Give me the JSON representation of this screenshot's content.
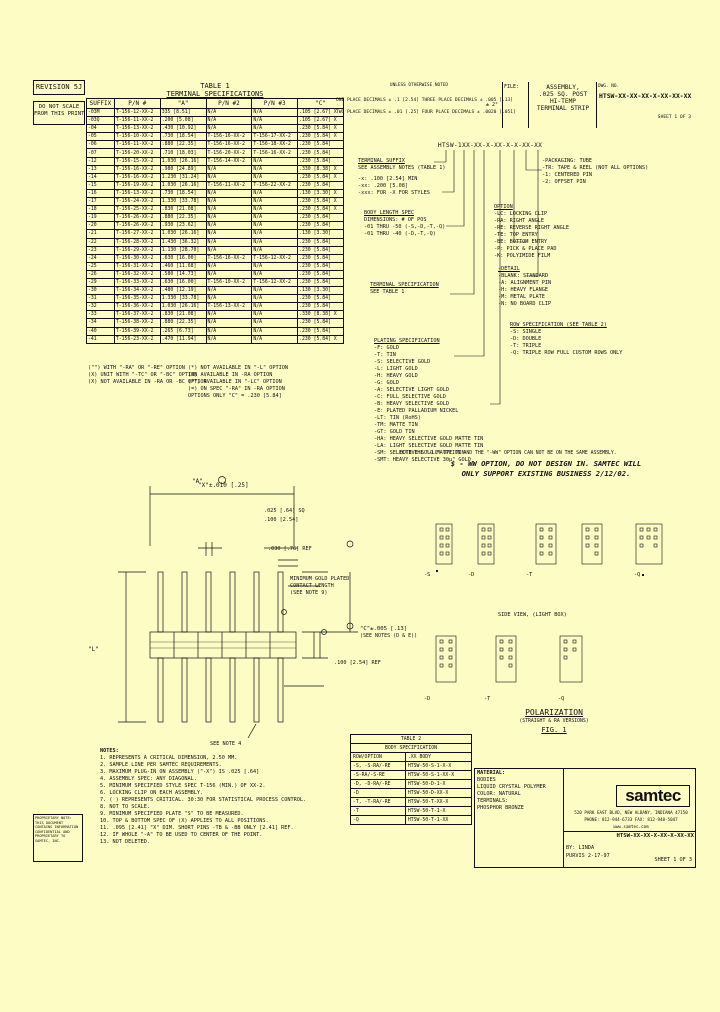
{
  "revision_label": "REVISION 5J",
  "do_not_scale": [
    "DO NOT SCALE",
    "FROM THIS PRINT"
  ],
  "table1": {
    "title": "TABLE 1",
    "subtitle": "TERMINAL SPECIFICATIONS",
    "headers": [
      "SUFFIX",
      "P/N #",
      "\"A\"",
      "P/N #2",
      "P/N #3",
      "\"C\""
    ],
    "rows": [
      [
        "-03M",
        "T-156-12-XX-2",
        "335 [8.51]",
        "N/A",
        "N/A",
        ".105 [2.67] X"
      ],
      [
        "-03Q",
        "T-156-11-XX-2",
        ".200 [5.08]",
        "N/A",
        "N/A",
        ".105 [2.67] X"
      ],
      [
        "-04",
        "T-156-13-XX-2",
        ".430 [10.92]",
        "N/A",
        "N/A",
        ".230 [5.84] X"
      ],
      [
        "-05",
        "T-156-10-XX-2",
        ".730 [18.54]",
        "T-156-16-XX-2",
        "T-156-17-XX-2",
        ".230 [5.84] X"
      ],
      [
        "-06",
        "T-156-11-XX-2",
        ".880 [22.35]",
        "T-156-16-XX-2",
        "T-156-18-XX-2",
        ".230 [5.84]"
      ],
      [
        "-07",
        "T-156-20-XX-2",
        ".710 [18.03]",
        "T-156-20-XX-2",
        "T-156-16-XX-2",
        ".230 [5.84]"
      ],
      [
        "-12",
        "T-156-15-XX-2",
        "1.030 [26.16]",
        "T-156-14-XX-2",
        "N/A",
        ".230 [5.84]"
      ],
      [
        "-13",
        "T-156-16-XX-2",
        ".980 [24.89]",
        "N/A",
        "N/A",
        ".330 [8.38] X"
      ],
      [
        "-14",
        "T-156-16-XX-2",
        "1.230 [31.24]",
        "N/A",
        "N/A",
        ".230 [5.84] X"
      ],
      [
        "-15",
        "T-156-19-XX-2",
        "1.030 [26.16]",
        "T-156-11-XX-2",
        "T-156-22-XX-2",
        ".230 [5.84]"
      ],
      [
        "-16",
        "T-156-13-XX-2",
        ".730 [18.54]",
        "N/A",
        "N/A",
        ".130 [3.30] X"
      ],
      [
        "-17",
        "T-156-24-XX-2",
        "1.330 [33.78]",
        "N/A",
        "N/A",
        ".230 [5.84] X"
      ],
      [
        "-18",
        "T-156-25-XX-2",
        ".830 [21.08]",
        "N/A",
        "N/A",
        ".230 [5.84] X"
      ],
      [
        "-19",
        "T-156-26-XX-2",
        ".880 [22.35]",
        "N/A",
        "N/A",
        ".230 [5.84]"
      ],
      [
        "-20",
        "T-156-26-XX-2",
        ".930 [23.62]",
        "N/A",
        "N/A",
        ".230 [5.84]"
      ],
      [
        "-21",
        "T-156-27-XX-2",
        "1.030 [26.16]",
        "N/A",
        "N/A",
        ".130 [3.30]"
      ],
      [
        "-22",
        "T-156-28-XX-2",
        "1.430 [36.32]",
        "N/A",
        "N/A",
        ".230 [5.84]"
      ],
      [
        "-23",
        "T-156-29-XX-2",
        "1.130 [28.70]",
        "N/A",
        "N/A",
        ".230 [5.84]"
      ],
      [
        "-24",
        "T-156-30-XX-2",
        ".630 [16.00]",
        "T-156-16-XX-2",
        "T-156-12-XX-2",
        ".230 [5.84]"
      ],
      [
        "-25",
        "T-156-31-XX-2",
        ".460 [11.68]",
        "N/A",
        "N/A",
        ".230 [5.84]"
      ],
      [
        "-26",
        "T-156-32-XX-2",
        ".580 [14.73]",
        "N/A",
        "N/A",
        ".230 [5.84]"
      ],
      [
        "-29",
        "T-156-33-XX-2",
        ".630 [16.00]",
        "T-156-10-XX-2",
        "T-156-12-XX-2",
        ".230 [5.84]"
      ],
      [
        "-30",
        "T-156-34-XX-2",
        ".480 [12.19]",
        "N/A",
        "N/A",
        ".130 [3.30]"
      ],
      [
        "-31",
        "T-156-35-XX-2",
        "1.330 [33.78]",
        "N/A",
        "N/A",
        ".230 [5.84]"
      ],
      [
        "-32",
        "T-156-36-XX-2",
        "1.030 [26.16]",
        "T-156-13-XX-2",
        "N/A",
        ".230 [5.84]"
      ],
      [
        "-33",
        "T-156-37-XX-2",
        ".830 [21.08]",
        "N/A",
        "N/A",
        ".330 [8.38] X"
      ],
      [
        "-34",
        "T-156-38-XX-2",
        ".880 [22.35]",
        "N/A",
        "N/A",
        ".230 [5.84]"
      ],
      [
        "-40",
        "T-156-39-XX-2",
        ".265 [6.73]",
        "N/A",
        "N/A",
        ".230 [5.84]"
      ],
      [
        "-41",
        "T-156-23-XX-2",
        ".470 [11.94]",
        "N/A",
        "N/A",
        ".230 [5.84] X"
      ]
    ]
  },
  "table1_notes": [
    "(\"\") WITH \"-RA\" OR \"-RE\" OPTION",
    "(X) UNIT WITH \"-TC\" OR \"-BC\" OPTION",
    "(X) NOT AVAILABLE IN -RA OR -BC OPTION"
  ],
  "table1_notes_right": [
    "(*) NOT AVAILABLE IN \"-L\" OPTION",
    "(X) AVAILABLE IN -RA OPTION",
    "(**) AVAILABLE IN \"-LC\" OPTION",
    "(=) ON SPEC \"-RA\" IN -RA OPTION",
    "OPTIONS ONLY \"C\" = .230 [5.84]"
  ],
  "title_block": {
    "tol_header": "UNLESS OTHERWISE NOTED",
    "tol_lines": [
      "ONE PLACE DECIMALS ± .1 [2.54]   THREE PLACE DECIMALS ± .005 [.13]",
      "TWO PLACE DECIMALS ± .01 [.25]   FOUR PLACE DECIMALS ± .0020 [.051]"
    ],
    "angle": "± 2°",
    "file_label": "FILE:",
    "title_lines": [
      "ASSEMBLY,",
      ".025 SQ. POST",
      "HI-TEMP",
      "TERMINAL STRIP"
    ],
    "dwg_label": "DWG. NO.",
    "dwg_no": "HTSW-XX-XX-XX-X-XX-XX-XX",
    "sheet": "SHEET 1 OF 3"
  },
  "part_number": "HTSW-1XX-XX-X-XX-X-X-XX-XX",
  "callouts": [
    {
      "title": "TERMINAL SUFFIX",
      "lines": [
        "SEE ASSEMBLY NOTES (TABLE 1)"
      ]
    },
    {
      "title": "STYLE",
      "lines": [
        "-x: .100 [2.54] MIN",
        "-xx: .200 [5.08]",
        "-xxx: FOR -X FOR STYLES"
      ]
    },
    {
      "title": "BODY LENGTH SPEC",
      "lines": [
        "DIMENSIONS: # OF POS",
        "-01 THRU -50 (-S,-D,-T,-Q)",
        "-01 THRU -40 (-D,-T,-Q)"
      ]
    },
    {
      "title": "TERMINAL SPECIFICATION",
      "lines": [
        "SEE TABLE 1"
      ]
    },
    {
      "title": "PLATING SPECIFICATION",
      "lines": [
        "-F: GOLD",
        "-T: TIN",
        "-S: SELECTIVE GOLD",
        "-L: LIGHT GOLD",
        "-H: HEAVY GOLD",
        "-G: GOLD",
        "-A: SELECTIVE LIGHT GOLD",
        "-C: FULL SELECTIVE GOLD",
        "-B: HEAVY SELECTIVE GOLD",
        "-E: PLATED PALLADIUM NICKEL",
        "-LT: TIN (RoHS)",
        "-TM: MATTE TIN",
        "-GT: GOLD TIN",
        "-HA: HEAVY SELECTIVE GOLD MATTE TIN",
        "-LA: LIGHT SELECTIVE GOLD MATTE TIN",
        "-SM: SELECTIVE GOLD MATTE TIN",
        "-SMT: HEAVY SELECTIVE 30µ\" GOLD"
      ]
    },
    {
      "title": "ROW SPECIFICATION (SEE TABLE 2)",
      "lines": [
        "-S: SINGLE",
        "-D: DOUBLE",
        "-T: TRIPLE",
        "-Q: TRIPLE ROW FULL CUSTOM ROWS ONLY"
      ]
    },
    {
      "title": "OPTION",
      "lines": [
        "-LC: LOCKING CLIP",
        "-RA: RIGHT ANGLE",
        "-RE: REVERSE RIGHT ANGLE",
        "-TE: TOP ENTRY",
        "-BE: BOTTOM ENTRY",
        "-P: PICK & PLACE PAD",
        "-K: POLYIMIDE FILM"
      ]
    },
    {
      "title": "-DETAIL",
      "lines": [
        "-BLANK: STANDARD",
        "-A: ALIGNMENT PIN",
        "-H: HEAVY FLANGE",
        "-M: METAL PLATE",
        "-N: NO BOARD CLIP"
      ]
    }
  ],
  "callouts_right": [
    "-PACKAGING: TUBE",
    "-TR: TAPE & REEL (NOT ALL OPTIONS)",
    "-1: CENTERED PIN",
    "-2: OFFSET PIN"
  ],
  "notice": {
    "lead": "BOTH THE \"-LC\" OPTION AND THE \"-WW\" OPTION CAN NOT BE ON THE SAME ASSEMBLY.",
    "lines": [
      "$ - WW OPTION, DO NOT DESIGN IN. SAMTEC WILL",
      "ONLY SUPPORT EXISTING BUSINESS 2/12/02."
    ]
  },
  "drawing": {
    "dim_a": "\"A\"",
    "dim_l": "\"L\"",
    "dim_c": "\"C\"±.005 [.13]",
    "dim_c2": "(SEE NOTES (D & E))",
    "dim_025": ".025 [.64] SQ",
    "dim_100": ".100 [2.54]",
    "dim_030": ".030 [.76] REF",
    "dim_100ref": ".100 [2.54] REF",
    "dim_x": "\"X\"±.010 [.25]",
    "min_gold_label": [
      "MINIMUM GOLD PLATED",
      "CONTACT LENGTH",
      "(SEE NOTE 9)"
    ],
    "see_note": "SEE NOTE 4"
  },
  "views": {
    "labels_top": [
      "-S",
      "-D",
      "-T",
      "-Q"
    ],
    "caption": "SIDE VIEW, (LIGHT BOX)",
    "labels_bottom": [
      "-D",
      "-T",
      "-Q"
    ]
  },
  "polarization": {
    "title": "POLARIZATION",
    "subtitle": "(STRAIGHT & RA VERSIONS)",
    "fig": "FIG. 1"
  },
  "notes": {
    "header": "NOTES:",
    "items": [
      "1. REPRESENTS A CRITICAL DIMENSION, 2.50 MM.",
      "2. SAMPLE LINE PER SAMTEC REQUIREMENTS.",
      "3. MAXIMUM PLUG-IN ON ASSEMBLY (\"-X\") IS .025 [.64]",
      "4. ASSEMBLY SPEC: ANY DIAGONAL.",
      "5. MINIMUM SPECIFIED STYLE SPEC T-156 (MIN.) OF XX-2.",
      "6. LOCKING CLIP ON EACH ASSEMBLY.",
      "7. ( ) REPRESENTS CRITICAL. 30:30 FOR STATISTICAL PROCESS CONTROL.",
      "8. NOT TO SCALE.",
      "9. MINIMUM SPECIFIED PLATE \"S\" TO BE MEASURED.",
      "10. TOP & BOTTOM SPEC OF (X) APPLIES TO ALL POSITIONS.",
      "11. .095 [2.41] \"X\" DIM. SHORT PINS -TB & -BB ONLY [2.41] REF.",
      "12. IF WHOLE \"-A\" TO BE USED TO CENTER OF THE POINT.",
      "13. NOT DELETED."
    ]
  },
  "table2": {
    "title": "TABLE 2",
    "subtitle": "BODY SPECIFICATION",
    "headers": [
      "ROW/OPTION",
      ".XX BODY"
    ],
    "rows": [
      [
        "-S, -S-RA/-RE",
        "HTSW-50-S-1-X-X"
      ],
      [
        "-S-RA/-S-RE",
        "HTSW-50-S-1-XX-X"
      ],
      [
        "-D, -D-RA/-RE",
        "HTSW-50-D-1-X"
      ],
      [
        "-D",
        "HTSW-50-D-XX-X"
      ],
      [
        "-T, -T-RA/-RE",
        "HTSW-50-T-XX-X"
      ],
      [
        "-T",
        "HTSW-50-T-1-X"
      ],
      [
        "-Q",
        "HTSW-50-T-1-XX"
      ]
    ]
  },
  "material": {
    "label": "MATERIAL:",
    "lines": [
      "BODIES",
      "LIQUID CRYSTAL POLYMER",
      "COLOR: NATURAL",
      "",
      "TERMINALS:",
      "PHOSPHOR BRONZE"
    ]
  },
  "company": {
    "logo": "samtec",
    "address": [
      "520 PARK EAST BLVD, NEW ALBANY, INDIANA 47150",
      "PHONE: 812-944-6733  FAX: 812-948-5047",
      "www.samtec.com"
    ],
    "dwg_no": "HTSW-XX-XX-X-XX-X-XX-XX",
    "by": "BY: LINDA",
    "date": "PURVIS 2-17-97",
    "sheet": "SHEET 1 OF 3"
  },
  "proprietary_box": "PROPRIETARY NOTE: THIS DOCUMENT CONTAINS INFORMATION CONFIDENTIAL AND PROPRIETARY TO SAMTEC, INC."
}
